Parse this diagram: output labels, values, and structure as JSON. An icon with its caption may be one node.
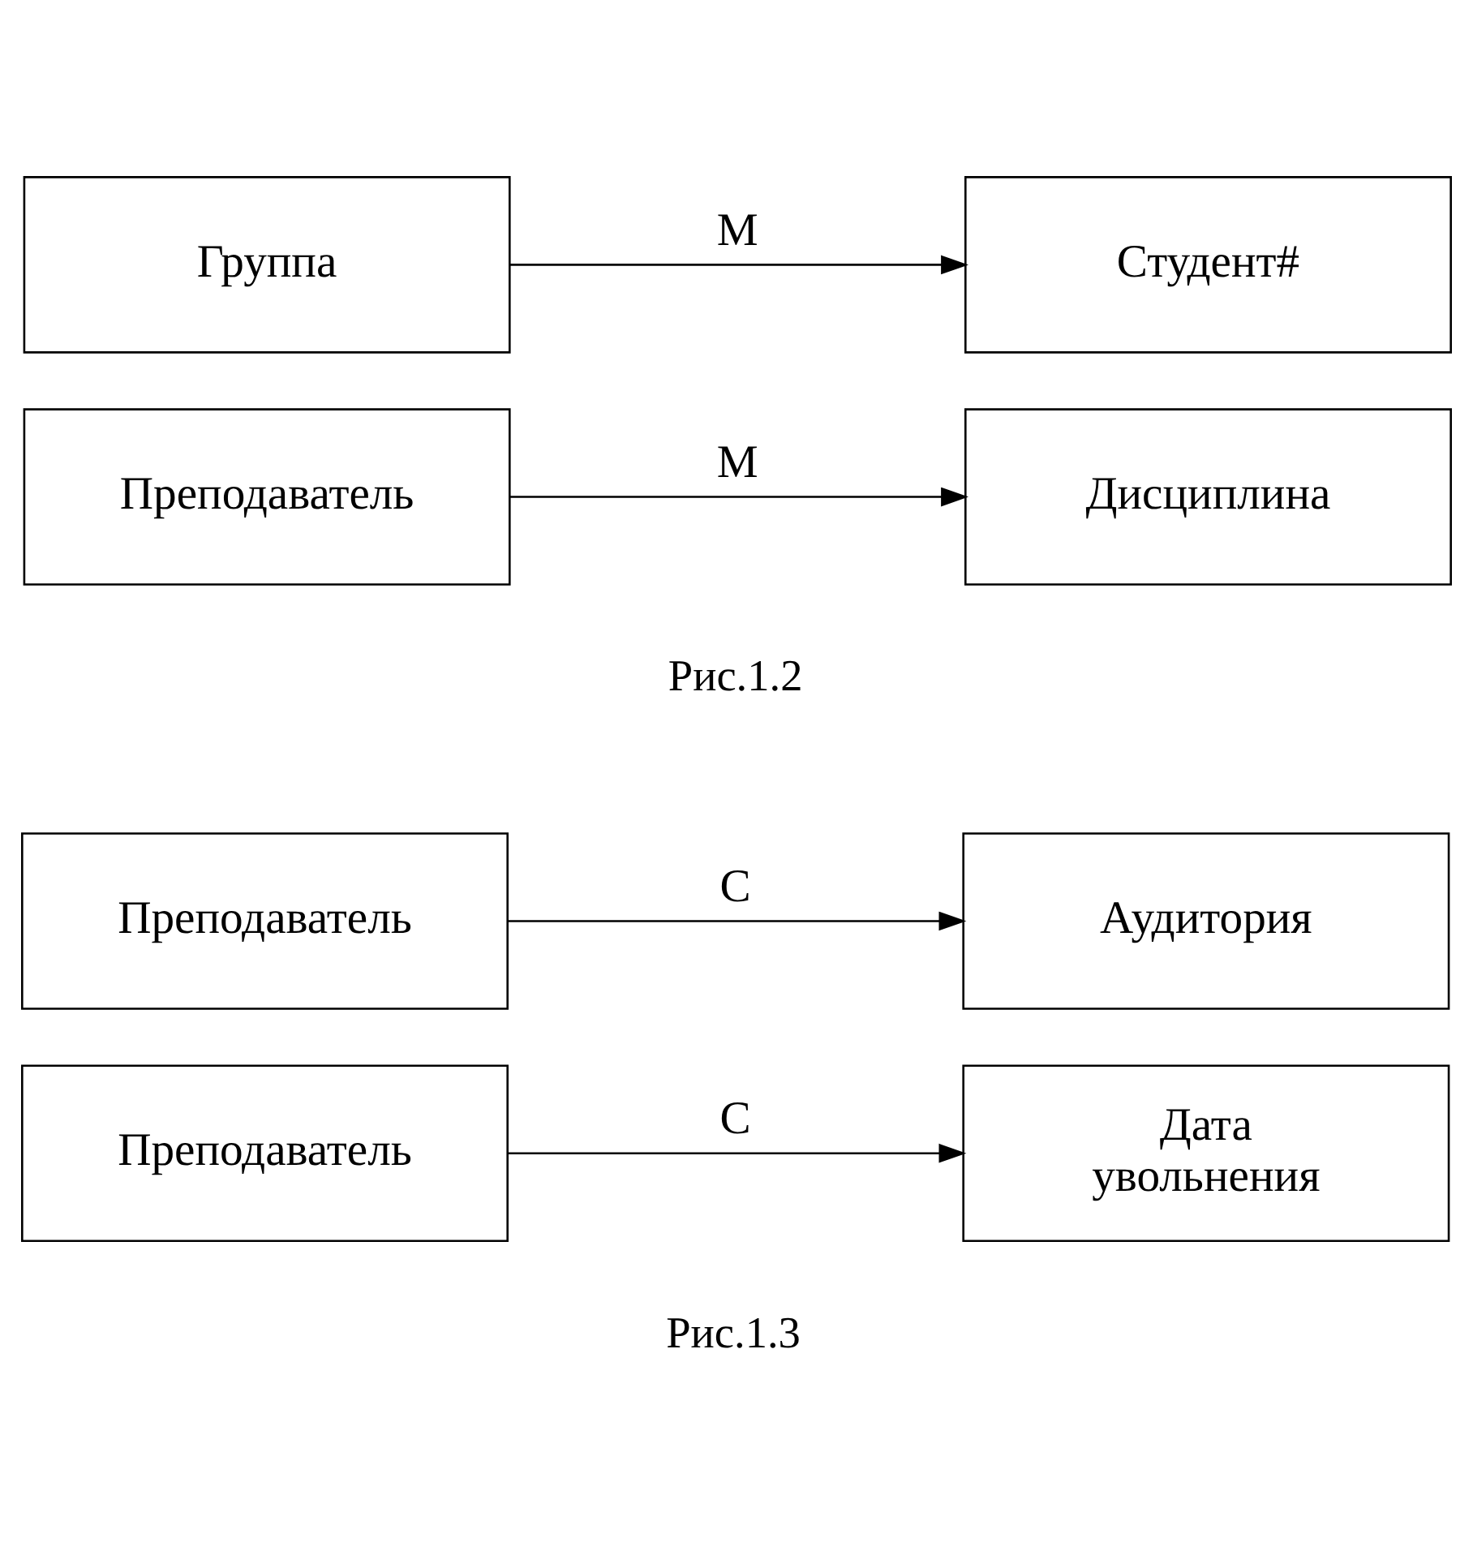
{
  "diagram": {
    "nodes": [
      {
        "text": [
          "Группа"
        ]
      },
      {
        "text": [
          "Студент#"
        ]
      },
      {
        "text": [
          "Преподаватель"
        ]
      },
      {
        "text": [
          "Дисциплина"
        ]
      },
      {
        "text": [
          "Преподаватель"
        ]
      },
      {
        "text": [
          "Аудитория"
        ]
      },
      {
        "text": [
          "Преподаватель"
        ]
      },
      {
        "text": [
          "Дата увольнения"
        ]
      }
    ],
    "edges": [
      {
        "from": 0,
        "to": 1,
        "arrow": "to",
        "label": "М"
      },
      {
        "from": 2,
        "to": 3,
        "arrow": "to",
        "label": "М"
      },
      {
        "from": 4,
        "to": 5,
        "arrow": "to",
        "label": "С"
      },
      {
        "from": 6,
        "to": 7,
        "arrow": "to",
        "label": "С"
      }
    ],
    "labels": [
      "Рис.1.2",
      "Рис.1.3"
    ]
  }
}
